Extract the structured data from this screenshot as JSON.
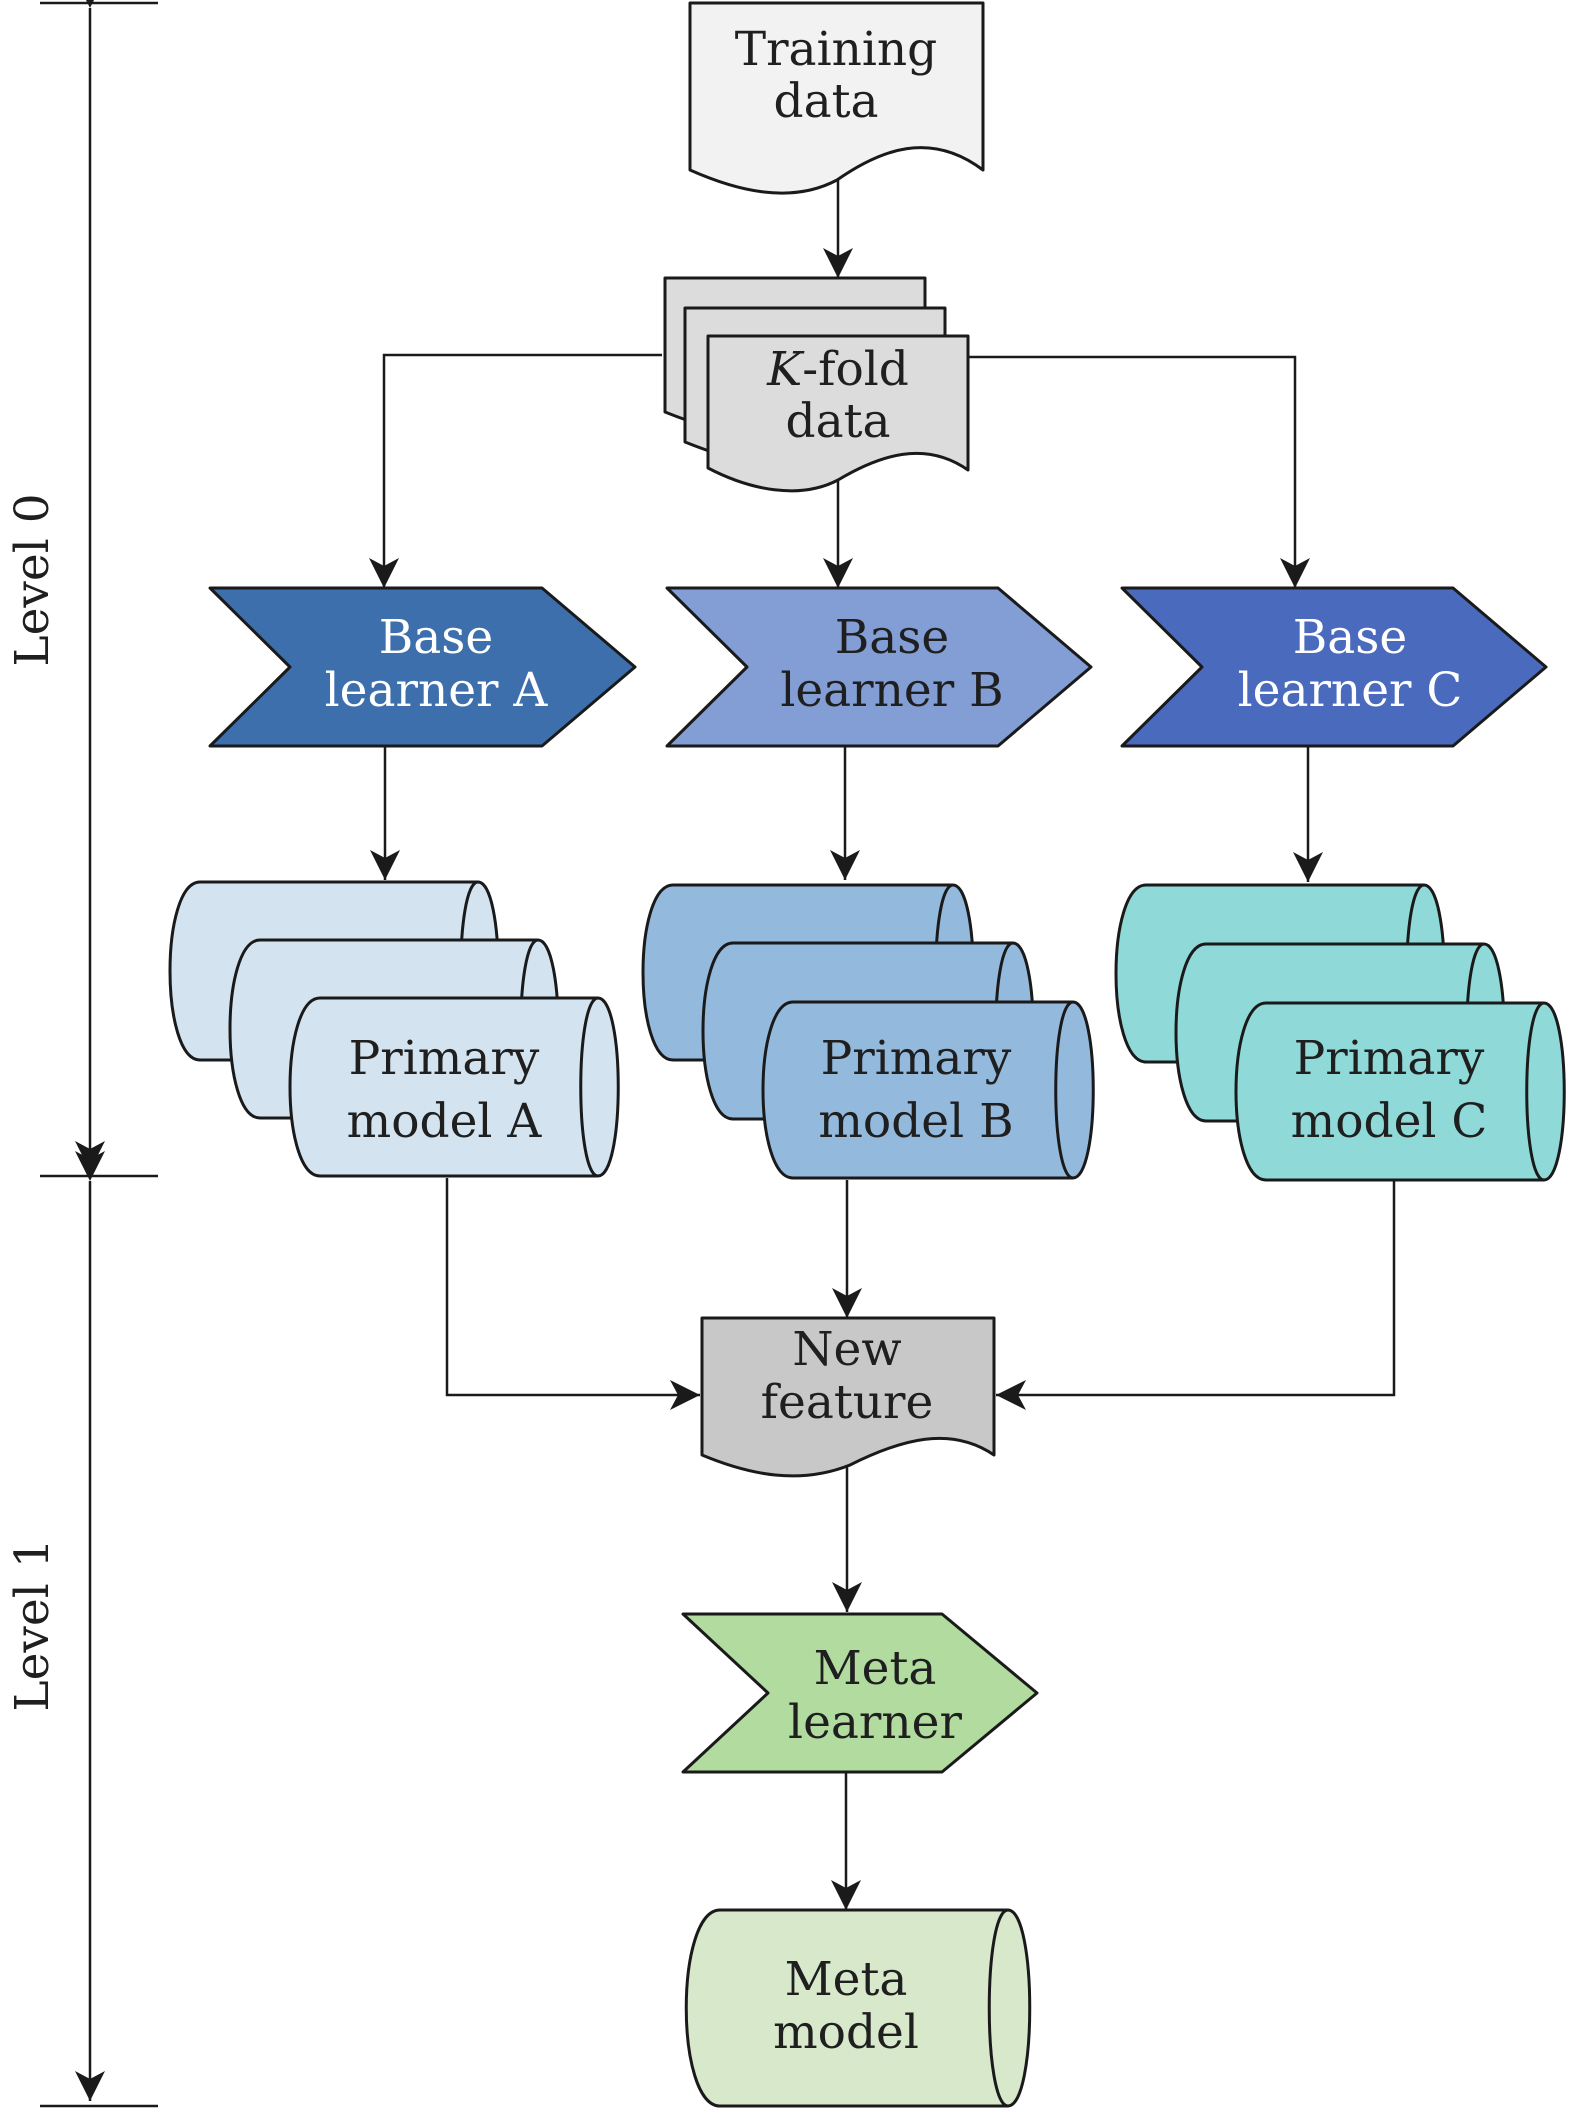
{
  "levels": {
    "level0": "Level 0",
    "level1": "Level 1"
  },
  "nodes": {
    "training": {
      "line1": "Training",
      "line2": "data"
    },
    "kfold": {
      "line1_italic": "K",
      "line1_rest": "-fold",
      "line2": "data"
    },
    "base_a": {
      "line1": "Base",
      "line2": "learner A"
    },
    "base_b": {
      "line1": "Base",
      "line2": "learner B"
    },
    "base_c": {
      "line1": "Base",
      "line2": "learner C"
    },
    "primary_a": {
      "line1": "Primary",
      "line2": "model A"
    },
    "primary_b": {
      "line1": "Primary",
      "line2": "model B"
    },
    "primary_c": {
      "line1": "Primary",
      "line2": "model C"
    },
    "new_feature": {
      "line1": "New",
      "line2": "feature"
    },
    "meta_learner": {
      "line1": "Meta",
      "line2": "learner"
    },
    "meta_model": {
      "line1": "Meta",
      "line2": "model"
    }
  },
  "colors": {
    "training_fill": "#f2f2f2",
    "kfold_fill": "#dcdcdc",
    "base_a_fill": "#3e6fad",
    "base_b_fill": "#829ed5",
    "base_c_fill": "#4a6abd",
    "primary_a_fill": "#d3e4f0",
    "primary_b_fill": "#93b9dd",
    "primary_c_fill": "#8fd9d8",
    "new_feature_fill": "#c8c8c8",
    "meta_learner_fill": "#b2dba0",
    "meta_model_fill": "#d7e8cb"
  }
}
